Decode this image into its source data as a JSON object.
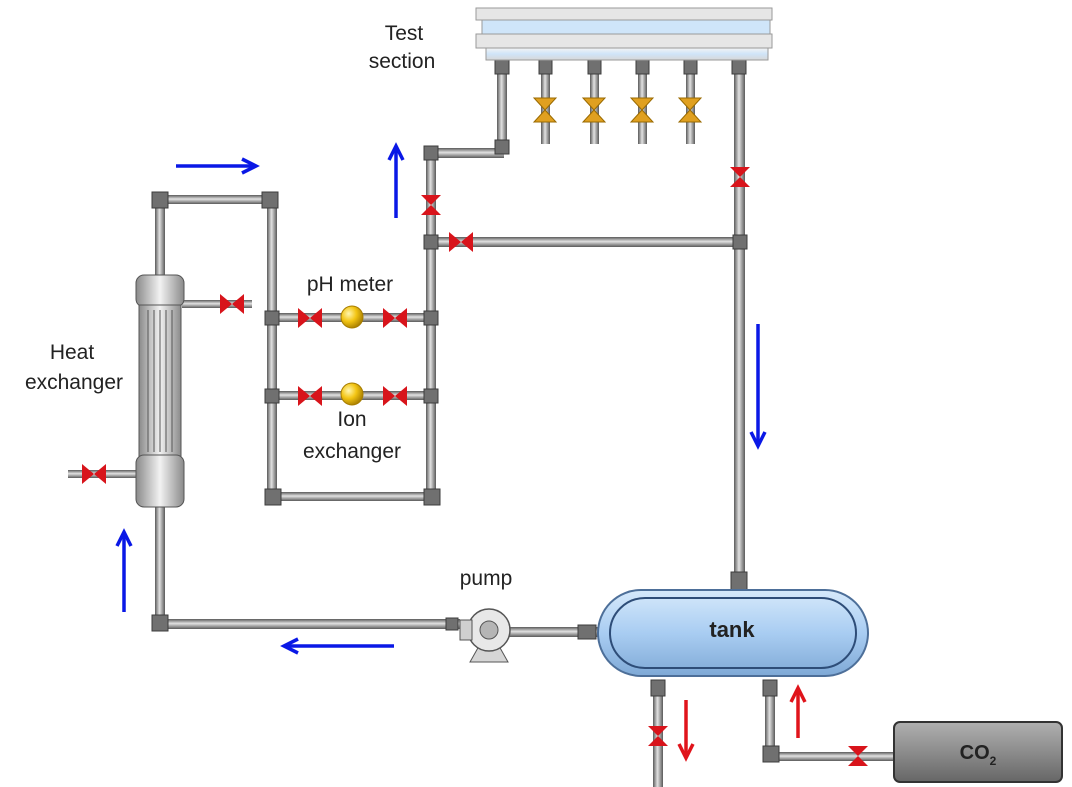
{
  "labels": {
    "test_section_line1": "Test",
    "test_section_line2": "section",
    "heat_exchanger_line1": "Heat",
    "heat_exchanger_line2": "exchanger",
    "ph_meter": "pH meter",
    "ion_exchanger_line1": "Ion",
    "ion_exchanger_line2": "exchanger",
    "pump": "pump",
    "tank": "tank",
    "co2_main": "CO",
    "co2_sub": "2"
  },
  "colors": {
    "pipe": "#6e6e6e",
    "pipe_highlight": "#d9d9d9",
    "valve": "#d8141b",
    "valve_alt": "#e0a020",
    "flow_arrow": "#0a18e6",
    "gas_arrow": "#e0141b",
    "tank_fill": "#a9cdf2",
    "tank_stroke": "#4d6f99",
    "co2_fill": "#8c8c8c",
    "sensor": "#f3c514"
  }
}
